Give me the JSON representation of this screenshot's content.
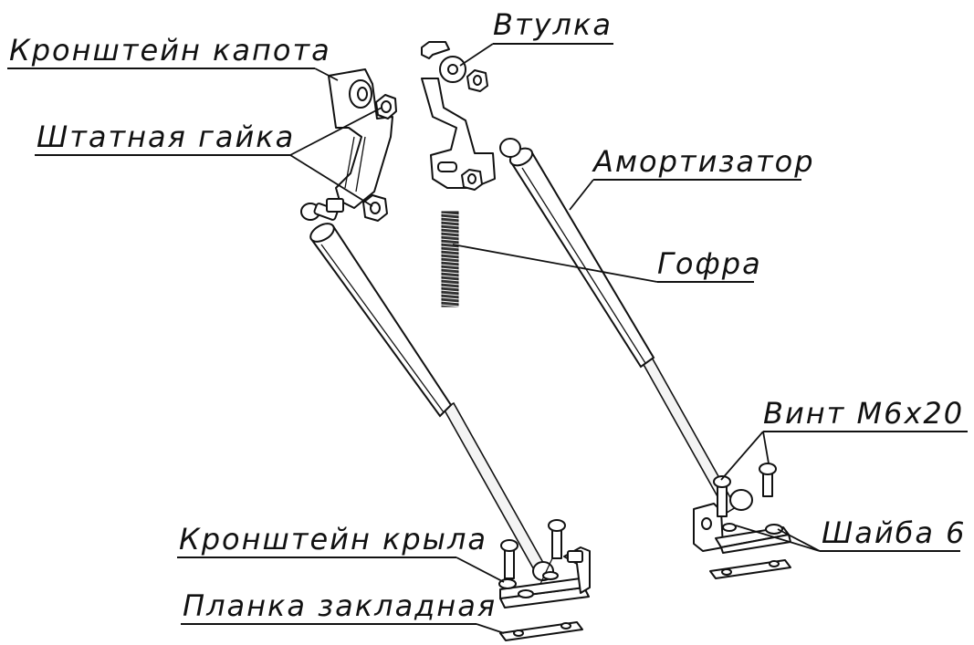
{
  "diagram": {
    "labels": {
      "hood_bracket": "Кронштейн капота",
      "bushing": "Втулка",
      "standard_nut": "Штатная гайка",
      "strut": "Амортизатор",
      "corrugation": "Гофра",
      "screw": "Винт М6х20",
      "fender_bracket": "Кронштейн крыла",
      "washer": "Шайба 6",
      "mounting_plate": "Планка закладная"
    },
    "line_color": "#111111",
    "background": "#ffffff"
  }
}
